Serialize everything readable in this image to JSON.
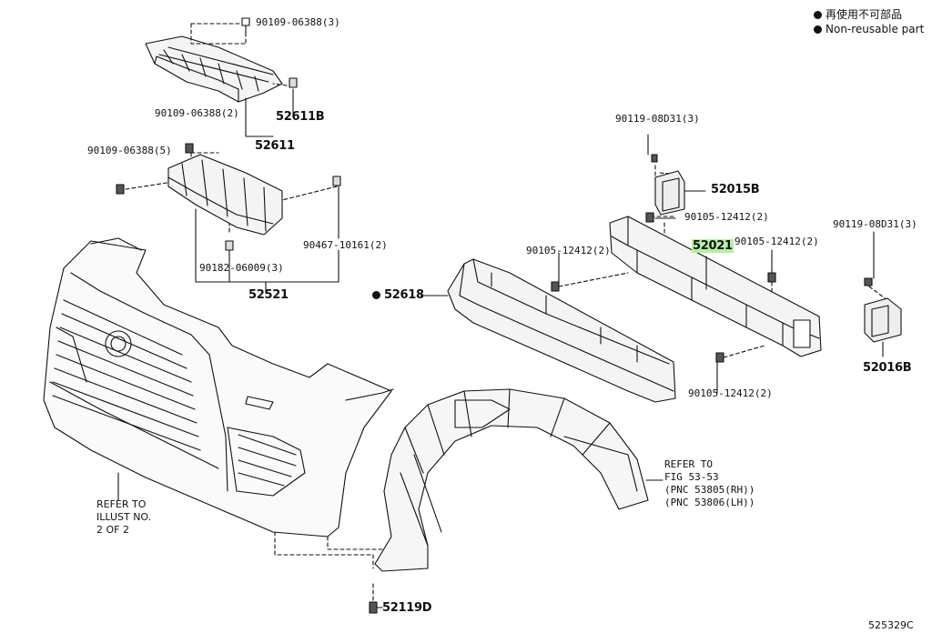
{
  "legend": {
    "line1": "再使用不可部品",
    "line2": "Non-reusable part"
  },
  "figure_id": "525329C",
  "labels": {
    "p90109_06388_3": "90109-06388(3)",
    "p52611B": "52611B",
    "p52611": "52611",
    "p90109_06388_2": "90109-06388(2)",
    "p90109_06388_5": "90109-06388(5)",
    "p90467_10161_2": "90467-10161(2)",
    "p90182_06009_3": "90182-06009(3)",
    "p52521": "52521",
    "p90119_08D31_3": "90119-08D31(3)",
    "p52015B": "52015B",
    "p90105_12412_2a": "90105-12412(2)",
    "p52021": "52021",
    "p90105_12412_2b": "90105-12412(2)",
    "p90105_12412_2c": "90105-12412(2)",
    "p90119_08D31_3b": "90119-08D31(3)",
    "p52618": "52618",
    "p52016B": "52016B",
    "p90105_12412_2d": "90105-12412(2)",
    "p52119D": "52119D"
  },
  "refer_left": [
    "REFER TO",
    "ILLUST NO.",
    "2 OF 2"
  ],
  "refer_right": [
    "REFER TO",
    "FIG 53-53",
    "(PNC 53805(RH))",
    "(PNC 53806(LH))"
  ],
  "colors": {
    "highlight": "#b6f0a0",
    "line": "#111111"
  }
}
